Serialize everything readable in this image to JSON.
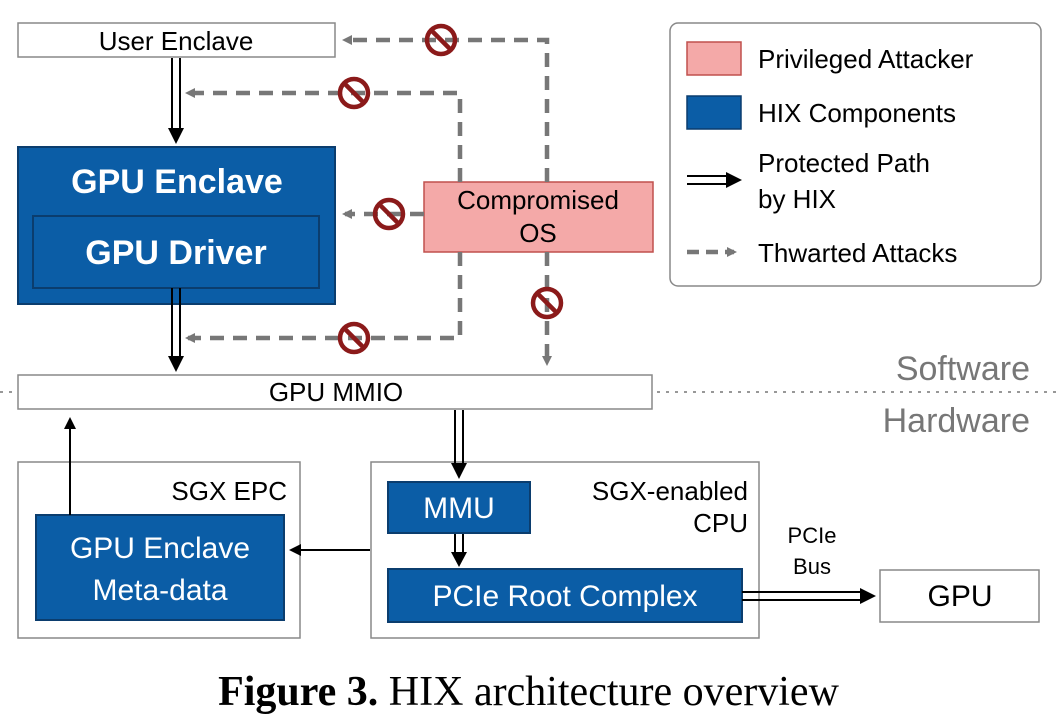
{
  "colors": {
    "hix_blue": "#0b5da6",
    "hix_border": "#0b3d6e",
    "attacker_pink": "#f4a9a8",
    "attacker_border": "#c0504d",
    "thwarted_gray": "#777777",
    "block_icon_red": "#8b1a1a",
    "box_border": "#888888",
    "layer_label_gray": "#777777"
  },
  "nodes": {
    "user_enclave": "User Enclave",
    "gpu_enclave": "GPU Enclave",
    "gpu_driver": "GPU Driver",
    "compromised_os_line1": "Compromised",
    "compromised_os_line2": "OS",
    "gpu_mmio": "GPU MMIO",
    "sgx_epc": "SGX EPC",
    "gpu_enclave_metadata_line1": "GPU Enclave",
    "gpu_enclave_metadata_line2": "Meta-data",
    "sgx_cpu_line1": "SGX-enabled",
    "sgx_cpu_line2": "CPU",
    "mmu": "MMU",
    "pcie_root_complex": "PCIe Root Complex",
    "pcie_bus_line1": "PCIe",
    "pcie_bus_line2": "Bus",
    "gpu": "GPU"
  },
  "layers": {
    "software": "Software",
    "hardware": "Hardware"
  },
  "legend": {
    "privileged_attacker": "Privileged Attacker",
    "hix_components": "HIX Components",
    "protected_path_line1": "Protected Path",
    "protected_path_line2": "by HIX",
    "thwarted_attacks": "Thwarted Attacks"
  },
  "icons": {
    "blocked": "prohibited-icon"
  },
  "caption": {
    "label": "Figure 3.",
    "text": " HIX architecture overview"
  }
}
